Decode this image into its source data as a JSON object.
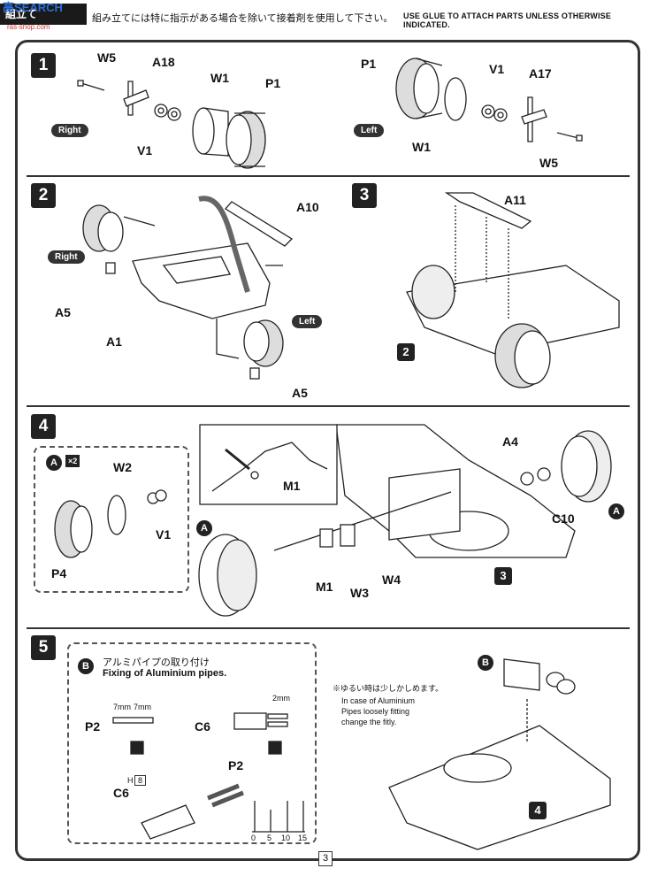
{
  "header": {
    "watermark": "高SEARCH",
    "watermark_sub": "ras-shop.com",
    "tab_label": "組立て",
    "notice_jp": "組み立てには特に指示がある場合を除いて接着剤を使用して下さい。",
    "notice_en": "USE GLUE TO ATTACH PARTS UNLESS OTHERWISE INDICATED."
  },
  "steps": {
    "s1": {
      "number": "1",
      "right_pill": "Right",
      "left_pill": "Left",
      "labels": {
        "w5a": "W5",
        "a18": "A18",
        "w1a": "W1",
        "p1a": "P1",
        "v1a": "V1",
        "p1b": "P1",
        "v1b": "V1",
        "a17": "A17",
        "w1b": "W1",
        "w5b": "W5"
      }
    },
    "s2": {
      "number": "2",
      "right_pill": "Right",
      "left_pill": "Left",
      "labels": {
        "a10": "A10",
        "a5a": "A5",
        "a1": "A1",
        "a5b": "A5"
      }
    },
    "s3": {
      "number": "3",
      "ref": "2",
      "labels": {
        "a11": "A11"
      }
    },
    "s4": {
      "number": "4",
      "ref": "3",
      "inset": {
        "tag": "A",
        "mult": "×2",
        "w2": "W2",
        "v1": "V1",
        "p4": "P4"
      },
      "detail": {
        "m1": "M1"
      },
      "labels": {
        "a_left": "A",
        "a_right": "A",
        "a4": "A4",
        "c10": "C10",
        "m1": "M1",
        "w3": "W3",
        "w4": "W4"
      }
    },
    "s5": {
      "number": "5",
      "ref": "4",
      "inset": {
        "tag": "B",
        "title_jp": "アルミパイプの取り付け",
        "title_en": "Fixing of Aluminium pipes.",
        "dim1": "7mm",
        "dim2": "7mm",
        "dim3": "2mm",
        "p2a": "P2",
        "c6a": "C6",
        "c6b": "C6",
        "h_label": "H",
        "h_val": "8",
        "p2b": "P2",
        "scale": [
          "0",
          "5",
          "10",
          "15"
        ]
      },
      "tag_b": "B",
      "note_jp": "※ゆるい時は少しかしめます。",
      "note_en": [
        "In case of Aluminium",
        "Pipes loosely fitting",
        "change  the fitly."
      ]
    }
  },
  "page_number": "3"
}
